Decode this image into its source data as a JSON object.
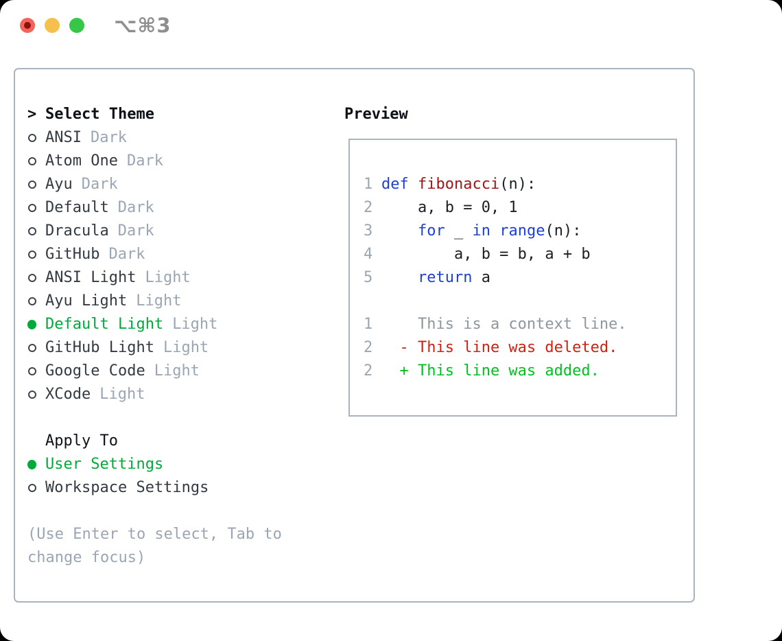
{
  "window": {
    "shortcut": "⌥⌘3"
  },
  "colors": {
    "window_bg": "#ffffff",
    "border": "#aab4be",
    "heading": "#0d1117",
    "theme_name": "#333a42",
    "muted": "#9aa6b3",
    "green": "#00ab3c",
    "shortcut": "#8e8e8e",
    "traffic_red": "#f2635a",
    "traffic_red_dot": "#8c100b",
    "traffic_yellow": "#f6c04e",
    "traffic_green": "#37c648",
    "code_keyword": "#1e40d6",
    "code_function": "#a31515",
    "code_plain": "#1a1f24",
    "line_number": "#9aa6b3",
    "diff_context": "#8e979e",
    "diff_deleted": "#cf2212",
    "diff_added": "#00c122"
  },
  "theme_panel": {
    "header": {
      "prompt": ">",
      "label": "Select Theme"
    },
    "themes": [
      {
        "name": "ANSI",
        "variant": "Dark",
        "selected": false
      },
      {
        "name": "Atom One",
        "variant": "Dark",
        "selected": false
      },
      {
        "name": "Ayu",
        "variant": "Dark",
        "selected": false
      },
      {
        "name": "Default",
        "variant": "Dark",
        "selected": false
      },
      {
        "name": "Dracula",
        "variant": "Dark",
        "selected": false
      },
      {
        "name": "GitHub",
        "variant": "Dark",
        "selected": false
      },
      {
        "name": "ANSI Light",
        "variant": "Light",
        "selected": false
      },
      {
        "name": "Ayu Light",
        "variant": "Light",
        "selected": false
      },
      {
        "name": "Default Light",
        "variant": "Light",
        "selected": true
      },
      {
        "name": "GitHub Light",
        "variant": "Light",
        "selected": false
      },
      {
        "name": "Google Code",
        "variant": "Light",
        "selected": false
      },
      {
        "name": "XCode",
        "variant": "Light",
        "selected": false
      }
    ],
    "apply_to": {
      "label": "Apply To",
      "options": [
        {
          "name": "User Settings",
          "selected": true
        },
        {
          "name": "Workspace Settings",
          "selected": false
        }
      ]
    },
    "hint": "(Use Enter to select, Tab to change focus)"
  },
  "preview": {
    "label": "Preview",
    "lines": [
      {
        "num": "1",
        "tokens": [
          {
            "text": "def",
            "style": "kw"
          },
          {
            "text": " ",
            "style": "pl"
          },
          {
            "text": "fibonacci",
            "style": "fn"
          },
          {
            "text": "(n):",
            "style": "pl"
          }
        ]
      },
      {
        "num": "2",
        "tokens": [
          {
            "text": "    a, b = 0, 1",
            "style": "pl"
          }
        ]
      },
      {
        "num": "3",
        "tokens": [
          {
            "text": "    ",
            "style": "pl"
          },
          {
            "text": "for",
            "style": "kw"
          },
          {
            "text": " _ ",
            "style": "pl"
          },
          {
            "text": "in",
            "style": "kw"
          },
          {
            "text": " ",
            "style": "pl"
          },
          {
            "text": "range",
            "style": "kw"
          },
          {
            "text": "(n):",
            "style": "pl"
          }
        ]
      },
      {
        "num": "4",
        "tokens": [
          {
            "text": "        a, b = b, a + b",
            "style": "pl"
          }
        ]
      },
      {
        "num": "5",
        "tokens": [
          {
            "text": "    ",
            "style": "pl"
          },
          {
            "text": "return",
            "style": "kw"
          },
          {
            "text": " a",
            "style": "pl"
          }
        ]
      },
      {
        "num": "",
        "tokens": []
      },
      {
        "num": "1",
        "tokens": [
          {
            "text": "    This is a context line.",
            "style": "ctx"
          }
        ]
      },
      {
        "num": "2",
        "tokens": [
          {
            "text": "  - This line was deleted.",
            "style": "del"
          }
        ]
      },
      {
        "num": "2",
        "tokens": [
          {
            "text": "  + This line was added.",
            "style": "add"
          }
        ]
      }
    ]
  }
}
